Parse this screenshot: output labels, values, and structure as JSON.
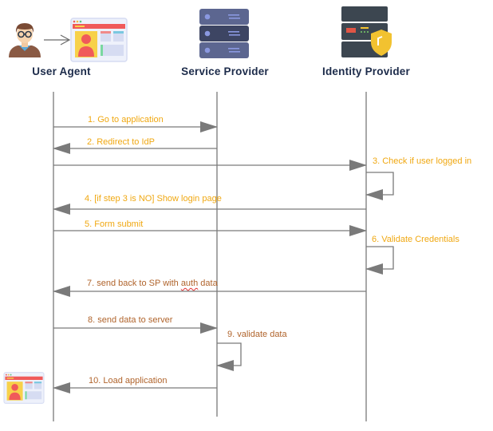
{
  "title": "SAML SP-initiated login sequence",
  "actors": [
    {
      "id": "user-agent",
      "label": "User Agent",
      "icon": "user-with-browser-icon"
    },
    {
      "id": "service-provider",
      "label": "Service Provider",
      "icon": "server-stack-icon"
    },
    {
      "id": "identity-provider",
      "label": "Identity Provider",
      "icon": "secure-server-shield-icon"
    }
  ],
  "messages": [
    {
      "step": 1,
      "label": "1. Go to application",
      "from": "user-agent",
      "to": "service-provider",
      "color": "#f0a812"
    },
    {
      "step": 2,
      "label": "2. Redirect to IdP",
      "from": "service-provider",
      "to": "user-agent",
      "color": "#f0a812"
    },
    {
      "step": 3,
      "label": "3. Check if user logged in",
      "from": "user-agent",
      "to": "identity-provider",
      "self_loop": "identity-provider",
      "color": "#f0a812"
    },
    {
      "step": 4,
      "label": "4. [if step 3 is NO] Show login page",
      "from": "identity-provider",
      "to": "user-agent",
      "color": "#f0a812"
    },
    {
      "step": 5,
      "label": "5. Form submit",
      "from": "user-agent",
      "to": "identity-provider",
      "color": "#f0a812"
    },
    {
      "step": 6,
      "label": "6. Validate Credentials",
      "from": "identity-provider",
      "to": "identity-provider",
      "self_loop": "identity-provider",
      "color": "#f0a812"
    },
    {
      "step": 7,
      "label_parts": [
        "7. send back to SP with ",
        "auth",
        " data"
      ],
      "from": "identity-provider",
      "to": "user-agent",
      "color": "#b0642c"
    },
    {
      "step": 8,
      "label": "8. send data to server",
      "from": "user-agent",
      "to": "service-provider",
      "color": "#b0642c"
    },
    {
      "step": 9,
      "label": "9. validate data",
      "from": "service-provider",
      "to": "service-provider",
      "self_loop": "service-provider",
      "color": "#b0642c"
    },
    {
      "step": 10,
      "label": "10. Load application",
      "from": "service-provider",
      "to": "user-agent",
      "color": "#b0642c",
      "result_icon": "browser-app-icon"
    }
  ],
  "colors": {
    "lifeline": "#8c8c8c",
    "arrow": "#7a7a7a",
    "actor_text": "#1c2b4a",
    "step_yellow": "#f0a812",
    "step_brown": "#b0642c"
  }
}
